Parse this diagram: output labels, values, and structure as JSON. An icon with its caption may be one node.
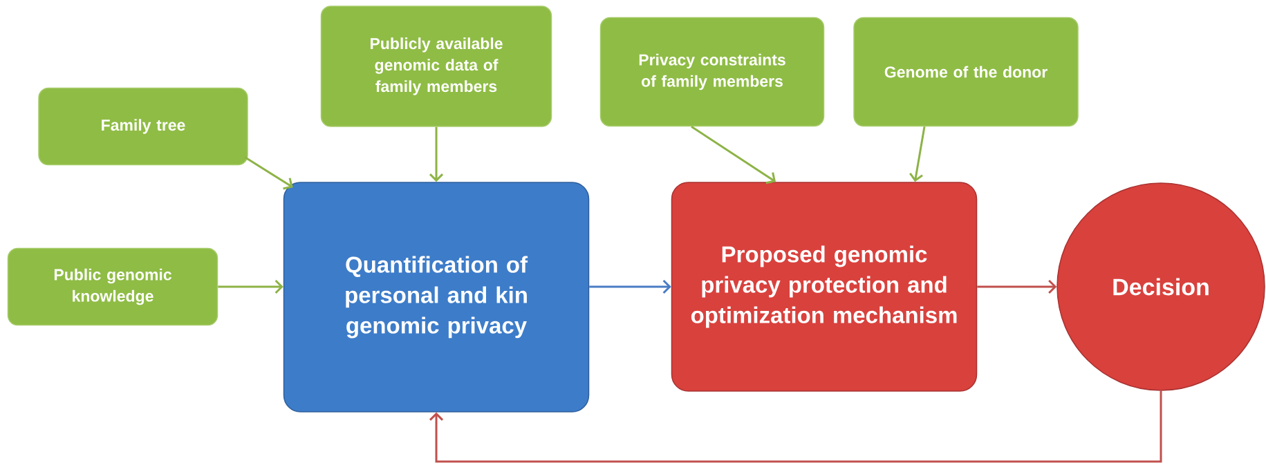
{
  "diagram": {
    "nodes": [
      {
        "text": [
          "Family tree"
        ]
      },
      {
        "text": [
          "Publicly available genomic data of family members"
        ]
      },
      {
        "text": [
          "Privacy constraints of family members"
        ]
      },
      {
        "text": [
          "Genome of the donor"
        ]
      },
      {
        "text": [
          "Public genomic knowledge"
        ]
      },
      {
        "text": [
          "Quantification of personal and kin genomic privacy"
        ]
      },
      {
        "text": [
          "Proposed genomic privacy protection and optimization mechanism"
        ]
      },
      {
        "text": [
          "Decision"
        ]
      }
    ],
    "edges": [
      {
        "from": 0,
        "to": 5,
        "arrow": "to"
      },
      {
        "from": 1,
        "to": 5,
        "arrow": "to"
      },
      {
        "from": 4,
        "to": 5,
        "arrow": "to"
      },
      {
        "from": 2,
        "to": 6,
        "arrow": "to"
      },
      {
        "from": 3,
        "to": 6,
        "arrow": "to"
      },
      {
        "from": 5,
        "to": 6,
        "arrow": "to",
        "color": "#4a7cc4"
      },
      {
        "from": 6,
        "to": 7,
        "arrow": "to",
        "color": "#c0504d"
      },
      {
        "from": 7,
        "to": 5,
        "arrow": "to",
        "color": "#c0504d"
      }
    ]
  }
}
